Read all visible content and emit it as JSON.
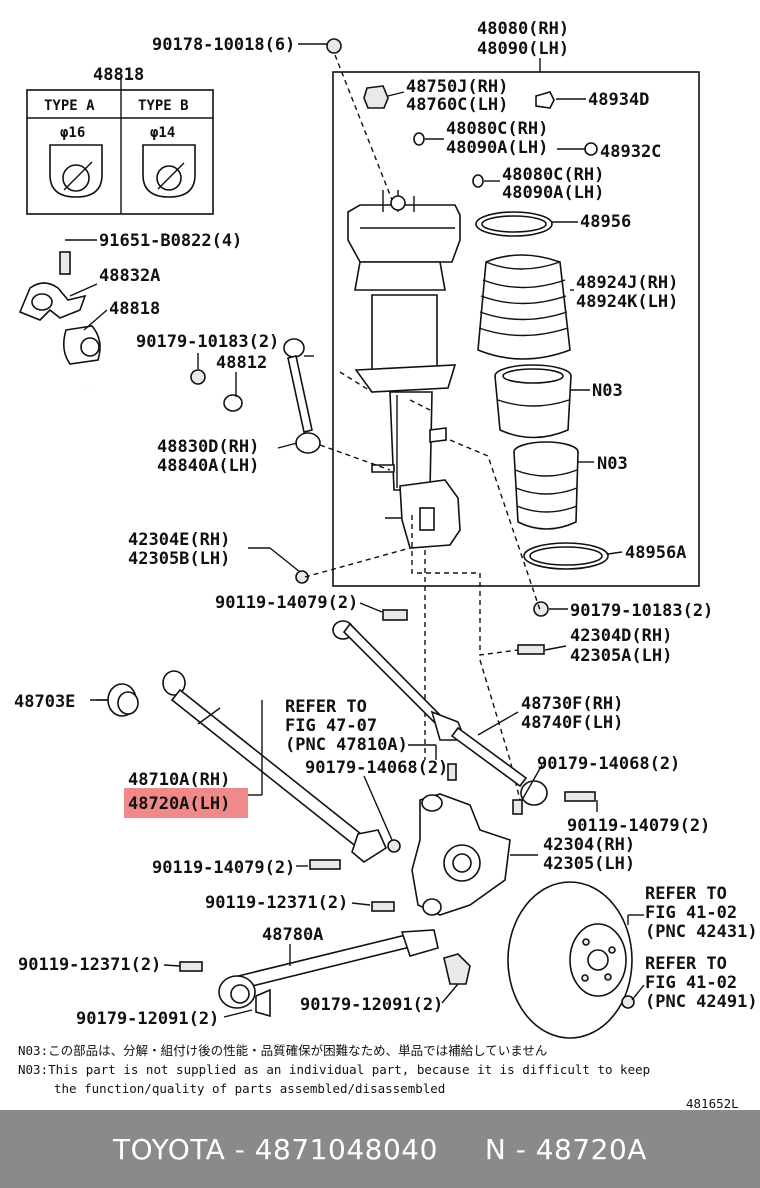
{
  "labels": {
    "p90178": "90178-10018(6)",
    "p48080": "48080(RH)",
    "p48090": "48090(LH)",
    "p48818a": "48818",
    "typeA": "TYPE A",
    "typeB": "TYPE B",
    "phi16": "φ16",
    "phi14": "φ14",
    "p48750": "48750J(RH)",
    "p48760": "48760C(LH)",
    "p48934": "48934D",
    "p48080c": "48080C(RH)",
    "p48090a": "48090A(LH)",
    "p48932": "48932C",
    "p48080c2": "48080C(RH)",
    "p48090a2": "48090A(LH)",
    "p48956": "48956",
    "p91651": "91651-B0822(4)",
    "p48832": "48832A",
    "p48818b": "48818",
    "p48924j": "48924J(RH)",
    "p48924k": "48924K(LH)",
    "p90179_10183a": "90179-10183(2)",
    "p48812": "48812",
    "n03a": "N03",
    "n03b": "N03",
    "p48830": "48830D(RH)",
    "p48840": "48840A(LH)",
    "p42304e": "42304E(RH)",
    "p42305b": "42305B(LH)",
    "p48956a": "48956A",
    "p90119_14079a": "90119-14079(2)",
    "p90179_10183b": "90179-10183(2)",
    "p42304d": "42304D(RH)",
    "p42305a": "42305A(LH)",
    "p48703": "48703E",
    "refer1a": "REFER TO",
    "refer1b": "FIG 47-07",
    "refer1c": "(PNC 47810A)",
    "p48730": "48730F(RH)",
    "p48740": "48740F(LH)",
    "p48710": "48710A(RH)",
    "p48720": "48720A(LH)",
    "p90179_14068a": "90179-14068(2)",
    "p90179_14068b": "90179-14068(2)",
    "p90119_14079b": "90119-14079(2)",
    "p42304": "42304(RH)",
    "p42305": "42305(LH)",
    "p90119_14079c": "90119-14079(2)",
    "p90119_12371a": "90119-12371(2)",
    "refer2a": "REFER TO",
    "refer2b": "FIG 41-02",
    "refer2c": "(PNC 42431)",
    "p48780": "48780A",
    "p90119_12371b": "90119-12371(2)",
    "refer3a": "REFER TO",
    "refer3b": "FIG 41-02",
    "refer3c": "(PNC 42491)",
    "p90179_12091a": "90179-12091(2)",
    "p90179_12091b": "90179-12091(2)"
  },
  "notes": {
    "jp": "N03:この部品は、分解・組付け後の性能・品質確保が困難なため、単品では補給していません",
    "en1": "N03:This part is not supplied as an individual part, because it is difficult to keep",
    "en2": "the function/quality of parts assembled/disassembled",
    "code": "481652L"
  },
  "footer": {
    "text": "TOYOTA - 4871048040     N - 48720A"
  },
  "colors": {
    "highlight": "#f08a8a",
    "footer_bg": "#8a8a8a",
    "footer_text": "#ffffff"
  }
}
